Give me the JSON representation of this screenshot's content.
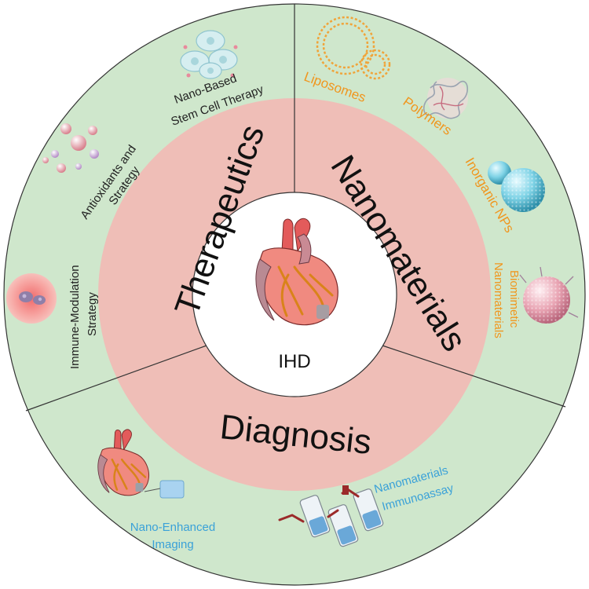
{
  "center": {
    "label": "IHD"
  },
  "sections": {
    "therapeutics": "Therapeutics",
    "nanomaterials": "Nanomaterials",
    "diagnosis": "Diagnosis"
  },
  "labels": {
    "liposomes": "Liposomes",
    "polymers": "Polymers",
    "inorganic": "Inorganic NPs",
    "biomimetic_line1": "Biomimetic",
    "biomimetic_line2": "Nanomaterials",
    "stem_line1": "Nano-Based",
    "stem_line2": "Stem Cell Therapy",
    "antiox_line1": "Antioxidants and",
    "antiox_line2": "Strategy",
    "immune_line1": "Immune-Modulation",
    "immune_line2": "Strategy",
    "imaging_line1": "Nano-Enhanced",
    "imaging_line2": "Imaging",
    "immuno_line1": "Nanomaterials",
    "immuno_line2": "Immunoassay"
  },
  "colors": {
    "outer_ring": "#cfe7cc",
    "middle_ring": "#efbeb7",
    "center": "#ffffff",
    "orange_text": "#f0961e",
    "blue_text": "#3aa1d8",
    "dark_text": "#222222",
    "heart_red": "#e3645f",
    "vessel_orange": "#d9831a"
  },
  "icons": [
    "heart-icon",
    "liposome-icon",
    "polymer-icon",
    "inorganic-nanoparticle-icon",
    "biomimetic-nanoparticle-icon",
    "stem-cell-icon",
    "antioxidant-spheres-icon",
    "immune-cell-icon",
    "imaging-probe-icon",
    "immunoassay-tube-icon"
  ]
}
